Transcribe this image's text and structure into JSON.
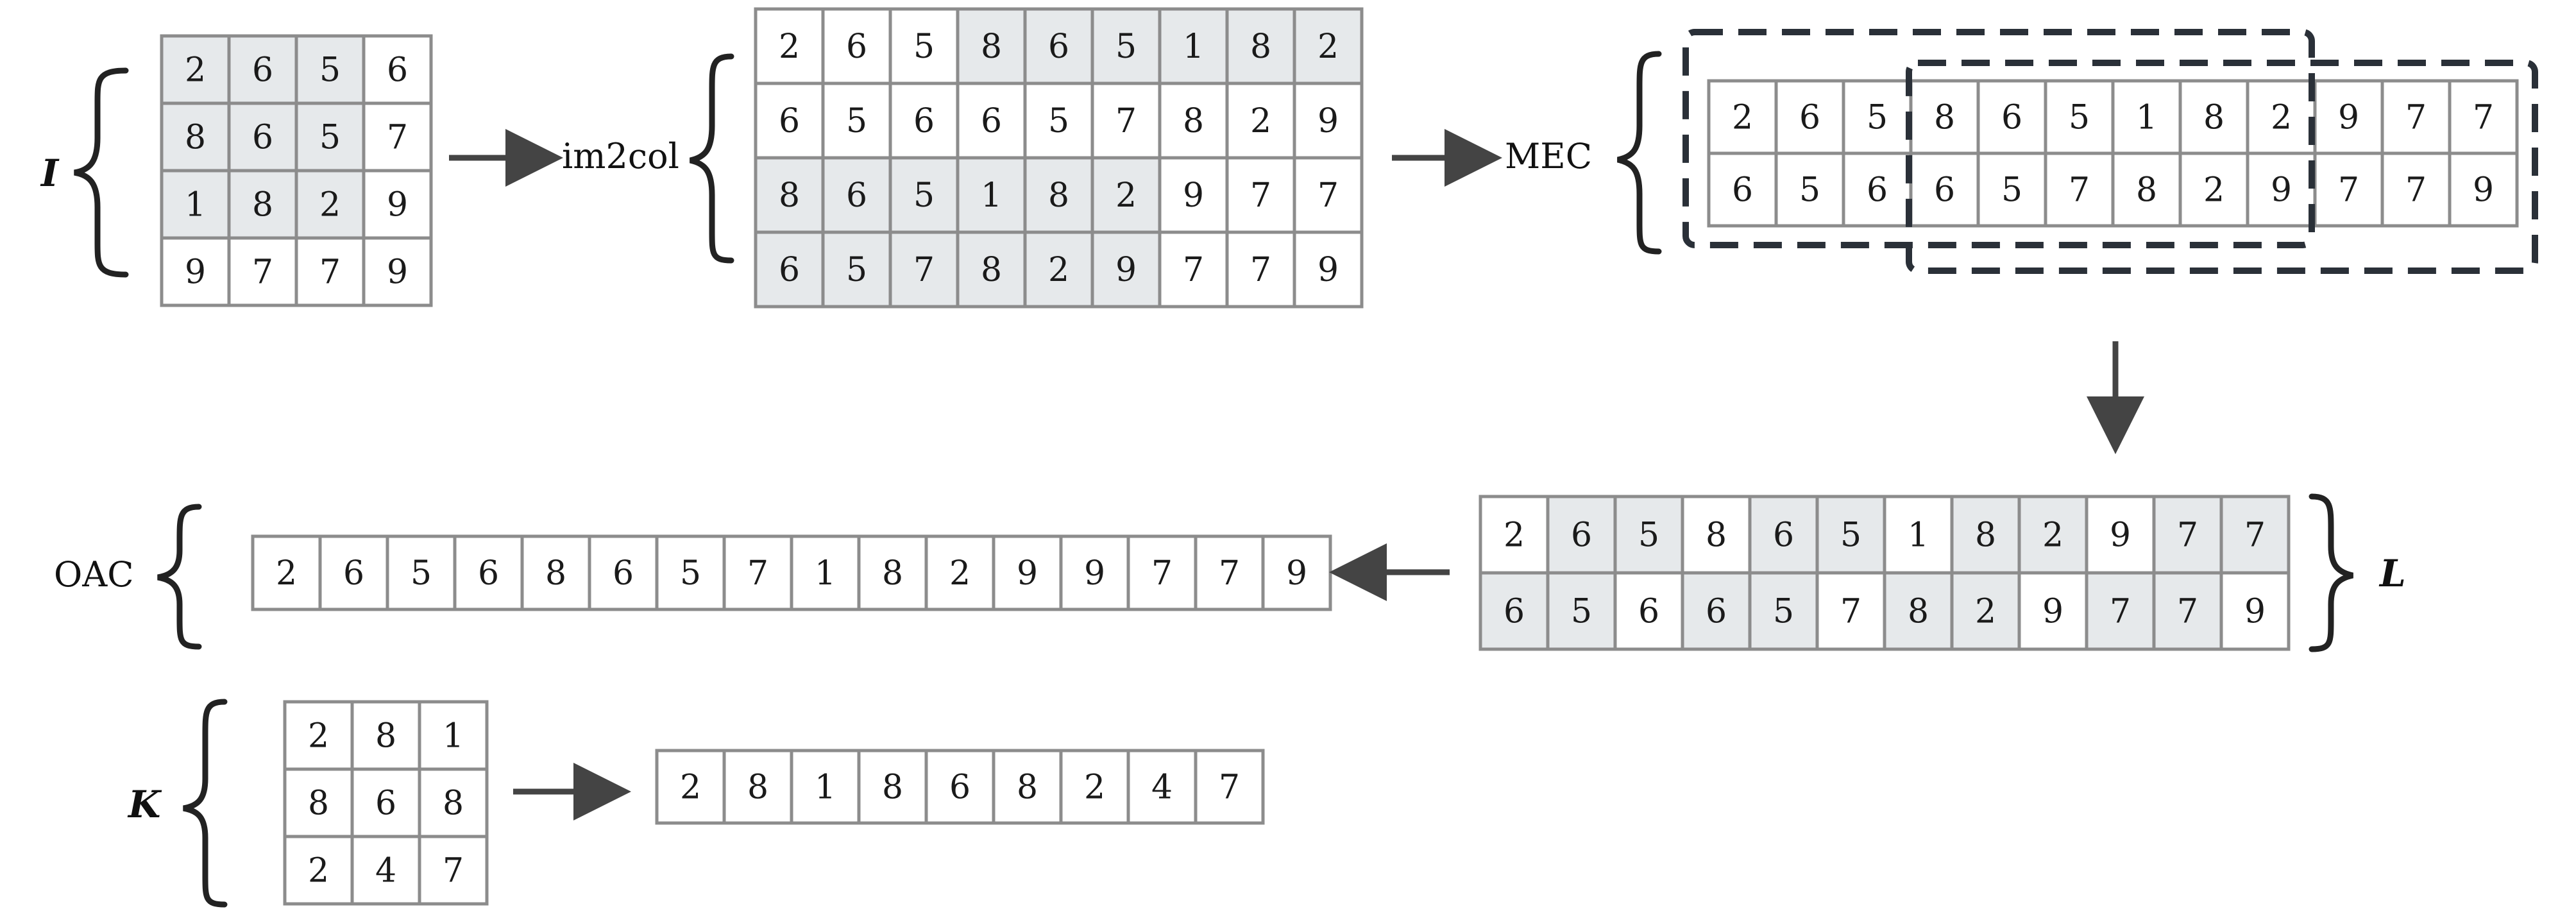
{
  "colors": {
    "shaded": "#e6e9eb",
    "white": "#ffffff",
    "border": "#8c8c8c",
    "arrow": "#444444",
    "dash": "#2a3038"
  },
  "labels": {
    "I": "I",
    "im2col": "im2col",
    "MEC": "MEC",
    "OAC": "OAC",
    "L": "L",
    "K": "K"
  },
  "matrix_I": {
    "rows": [
      [
        "2",
        "6",
        "5",
        "6"
      ],
      [
        "8",
        "6",
        "5",
        "7"
      ],
      [
        "1",
        "8",
        "2",
        "9"
      ],
      [
        "9",
        "7",
        "7",
        "9"
      ]
    ],
    "shaded": [
      [
        1,
        1,
        1,
        0
      ],
      [
        1,
        1,
        1,
        0
      ],
      [
        1,
        1,
        1,
        0
      ],
      [
        0,
        0,
        0,
        0
      ]
    ]
  },
  "matrix_im2col": {
    "rows": [
      [
        "2",
        "6",
        "5",
        "8",
        "6",
        "5",
        "1",
        "8",
        "2"
      ],
      [
        "6",
        "5",
        "6",
        "6",
        "5",
        "7",
        "8",
        "2",
        "9"
      ],
      [
        "8",
        "6",
        "5",
        "1",
        "8",
        "2",
        "9",
        "7",
        "7"
      ],
      [
        "6",
        "5",
        "7",
        "8",
        "2",
        "9",
        "7",
        "7",
        "9"
      ]
    ],
    "shaded": [
      [
        0,
        0,
        0,
        1,
        1,
        1,
        1,
        1,
        1
      ],
      [
        0,
        0,
        0,
        0,
        0,
        0,
        0,
        0,
        0
      ],
      [
        1,
        1,
        1,
        1,
        1,
        1,
        0,
        0,
        0
      ],
      [
        1,
        1,
        1,
        1,
        1,
        1,
        0,
        0,
        0
      ]
    ]
  },
  "matrix_MEC": {
    "rows": [
      [
        "2",
        "6",
        "5",
        "8",
        "6",
        "5",
        "1",
        "8",
        "2",
        "9",
        "7",
        "7"
      ],
      [
        "6",
        "5",
        "6",
        "6",
        "5",
        "7",
        "8",
        "2",
        "9",
        "7",
        "7",
        "9"
      ]
    ],
    "shaded": [
      [
        0,
        0,
        0,
        0,
        0,
        0,
        0,
        0,
        0,
        0,
        0,
        0
      ],
      [
        0,
        0,
        0,
        0,
        0,
        0,
        0,
        0,
        0,
        0,
        0,
        0
      ]
    ]
  },
  "matrix_L": {
    "rows": [
      [
        "2",
        "6",
        "5",
        "8",
        "6",
        "5",
        "1",
        "8",
        "2",
        "9",
        "7",
        "7"
      ],
      [
        "6",
        "5",
        "6",
        "6",
        "5",
        "7",
        "8",
        "2",
        "9",
        "7",
        "7",
        "9"
      ]
    ],
    "shaded": [
      [
        0,
        1,
        1,
        0,
        1,
        1,
        0,
        1,
        1,
        0,
        1,
        1
      ],
      [
        1,
        1,
        0,
        1,
        1,
        0,
        1,
        1,
        0,
        1,
        1,
        0
      ]
    ]
  },
  "matrix_OAC": {
    "rows": [
      [
        "2",
        "6",
        "5",
        "6",
        "8",
        "6",
        "5",
        "7",
        "1",
        "8",
        "2",
        "9",
        "9",
        "7",
        "7",
        "9"
      ]
    ],
    "shaded": [
      [
        0,
        0,
        0,
        0,
        0,
        0,
        0,
        0,
        0,
        0,
        0,
        0,
        0,
        0,
        0,
        0
      ]
    ]
  },
  "matrix_K": {
    "rows": [
      [
        "2",
        "8",
        "1"
      ],
      [
        "8",
        "6",
        "8"
      ],
      [
        "2",
        "4",
        "7"
      ]
    ],
    "shaded": [
      [
        0,
        0,
        0
      ],
      [
        0,
        0,
        0
      ],
      [
        0,
        0,
        0
      ]
    ]
  },
  "matrix_Kflat": {
    "rows": [
      [
        "2",
        "8",
        "1",
        "8",
        "6",
        "8",
        "2",
        "4",
        "7"
      ]
    ],
    "shaded": [
      [
        0,
        0,
        0,
        0,
        0,
        0,
        0,
        0,
        0
      ]
    ]
  }
}
